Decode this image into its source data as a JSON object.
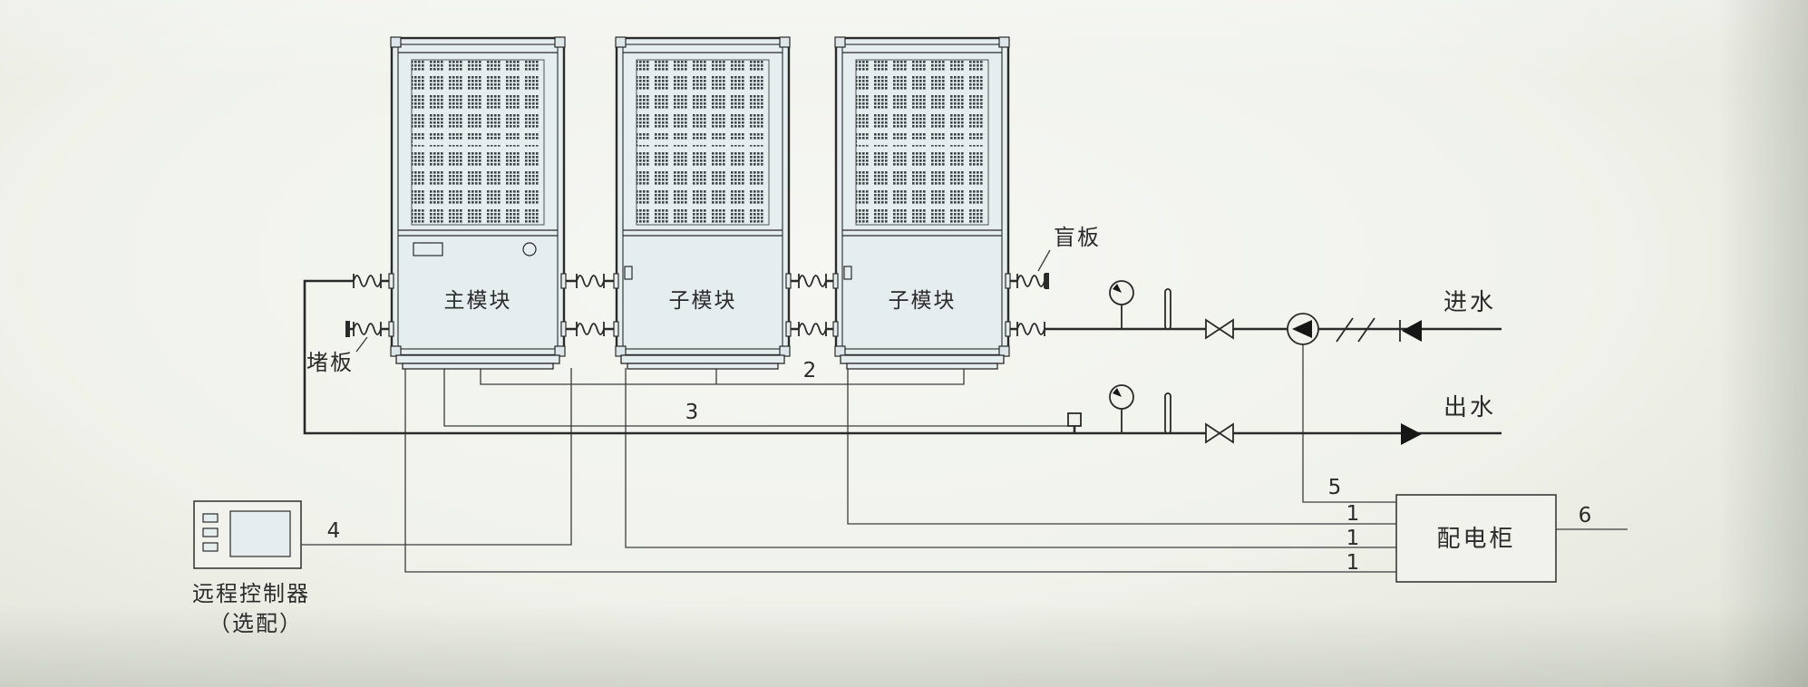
{
  "modules": [
    {
      "label": "主模块"
    },
    {
      "label": "子模块"
    },
    {
      "label": "子模块"
    }
  ],
  "labels": {
    "blind_plate": "盲板",
    "plug_plate": "堵板",
    "water_inlet": "进水",
    "water_outlet": "出水",
    "cabinet": "配电柜",
    "remote_controller": "远程控制器",
    "remote_optional": "（选配）"
  },
  "callouts": {
    "c1a": "1",
    "c1b": "1",
    "c1c": "1",
    "c2": "2",
    "c3": "3",
    "c4": "4",
    "c5": "5",
    "c6": "6"
  },
  "colors": {
    "line": "#2a2a2a",
    "module_fill": "#e6edef",
    "background": "#f0f2eb"
  }
}
